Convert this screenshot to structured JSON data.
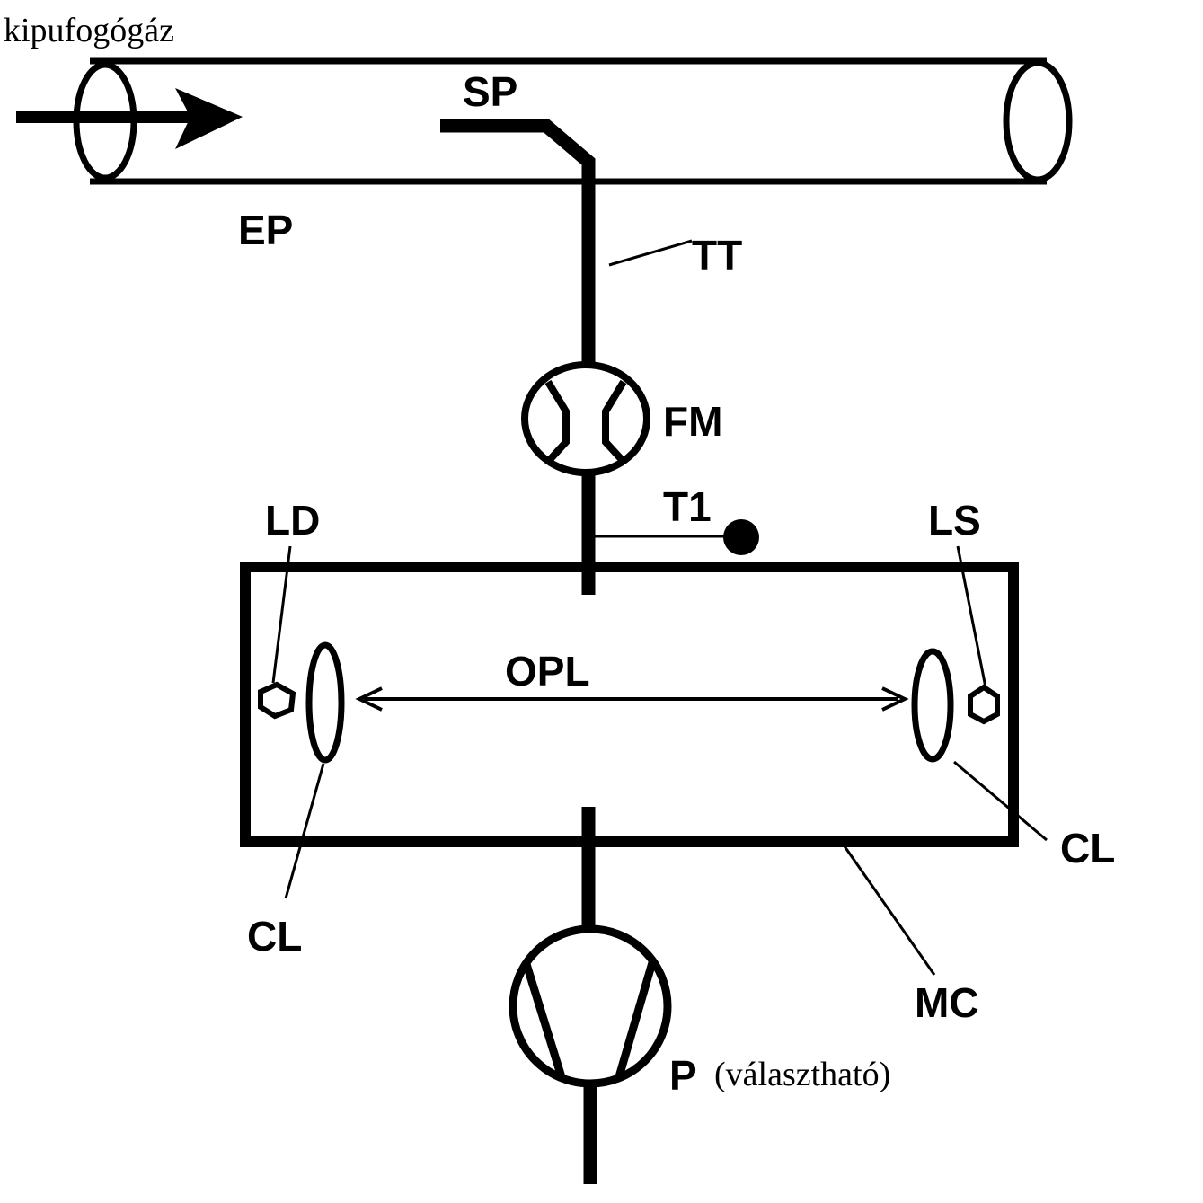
{
  "title": "kipufogógáz",
  "labels": {
    "sp": "SP",
    "ep": "EP",
    "tt": "TT",
    "fm": "FM",
    "t1": "T1",
    "ld": "LD",
    "ls": "LS",
    "opl": "OPL",
    "cl_left": "CL",
    "cl_right": "CL",
    "mc": "MC",
    "p": "P",
    "p_note": "(választható)"
  },
  "colors": {
    "ink": "#000000",
    "background": "#ffffff"
  }
}
